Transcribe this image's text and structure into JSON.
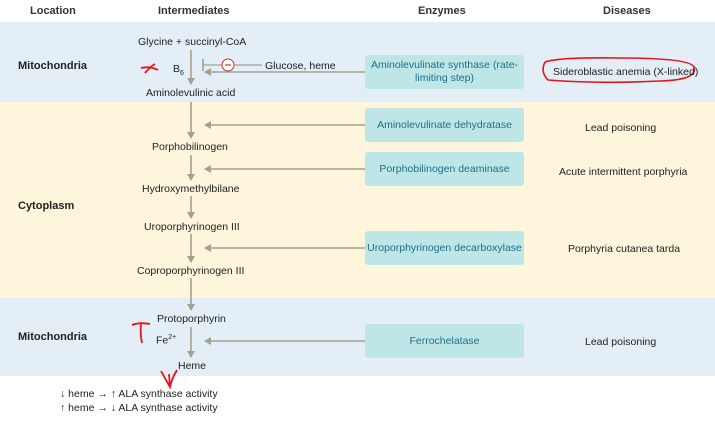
{
  "headers": {
    "location": "Location",
    "intermediates": "Intermediates",
    "enzymes": "Enzymes",
    "diseases": "Diseases"
  },
  "locations": {
    "mito1": "Mitochondria",
    "cytoplasm": "Cytoplasm",
    "mito2": "Mitochondria"
  },
  "intermediates": {
    "glycine": "Glycine + succinyl-CoA",
    "b6": "B",
    "b6_sub": "6",
    "glucose_heme": "Glucose, heme",
    "ala": "Aminolevulinic acid",
    "pbg": "Porphobilinogen",
    "hmb": "Hydroxymethylbilane",
    "uro": "Uroporphyrinogen III",
    "copro": "Coproporphyrinogen III",
    "proto": "Protoporphyrin",
    "fe": "Fe",
    "fe_sup": "2+",
    "heme": "Heme"
  },
  "enzymes": {
    "alas": "Aminolevulinate synthase (rate-limiting step)",
    "alad": "Aminolevulinate dehydratase",
    "pbgd": "Porphobilinogen deaminase",
    "urod": "Uroporphyrinogen decarboxylase",
    "ferro": "Ferrochelatase"
  },
  "diseases": {
    "sideroblastic": "Sideroblastic anemia (X-linked)",
    "lead1": "Lead poisoning",
    "aip": "Acute intermittent porphyria",
    "pct": "Porphyria cutanea tarda",
    "lead2": "Lead poisoning"
  },
  "notes": {
    "line1": "↓ heme → ↑ ALA synthase activity",
    "line2": "↑ heme → ↓ ALA synthase activity"
  },
  "colors": {
    "arrow": "#a89f8f",
    "enzyme_box": "#bfe6e6",
    "enzyme_text": "#1d6f8a",
    "annotation_red": "#e8141c"
  }
}
